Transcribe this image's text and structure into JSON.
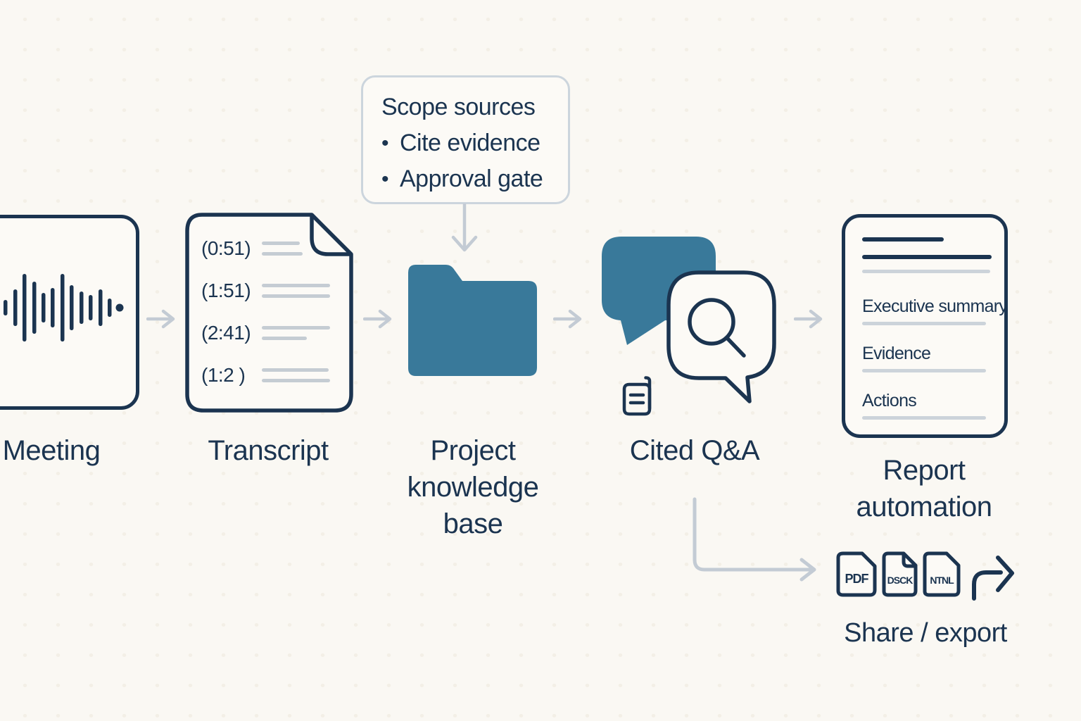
{
  "colors": {
    "navy": "#1b3450",
    "teal": "#39799a",
    "connector_gray": "#c3cbd4",
    "background": "#faf8f3"
  },
  "callout": {
    "title": "Scope sources",
    "bullet": "•",
    "items": [
      "Cite evidence",
      "Approval gate"
    ]
  },
  "stages": {
    "meeting": {
      "label": "Meeting",
      "icon": "waveform-icon"
    },
    "transcript": {
      "label": "Transcript",
      "icon": "document-dogear-icon",
      "timestamps": [
        "(0:51)",
        "(1:51)",
        "(2:41)",
        "(1:2 )"
      ]
    },
    "knowledge_base": {
      "label": "Project knowledge base",
      "icon": "folder-icon"
    },
    "cited_qa": {
      "label": "Cited Q&A",
      "icon": "chat-bubbles-search-icon"
    },
    "report": {
      "label": "Report automation",
      "icon": "report-document-icon",
      "sections": [
        "Executive summary",
        "Evidence",
        "Actions"
      ]
    }
  },
  "export": {
    "label": "Share / export",
    "formats": [
      "PDF",
      "DSCK",
      "NTNL"
    ],
    "icon": "share-arrow-icon"
  }
}
